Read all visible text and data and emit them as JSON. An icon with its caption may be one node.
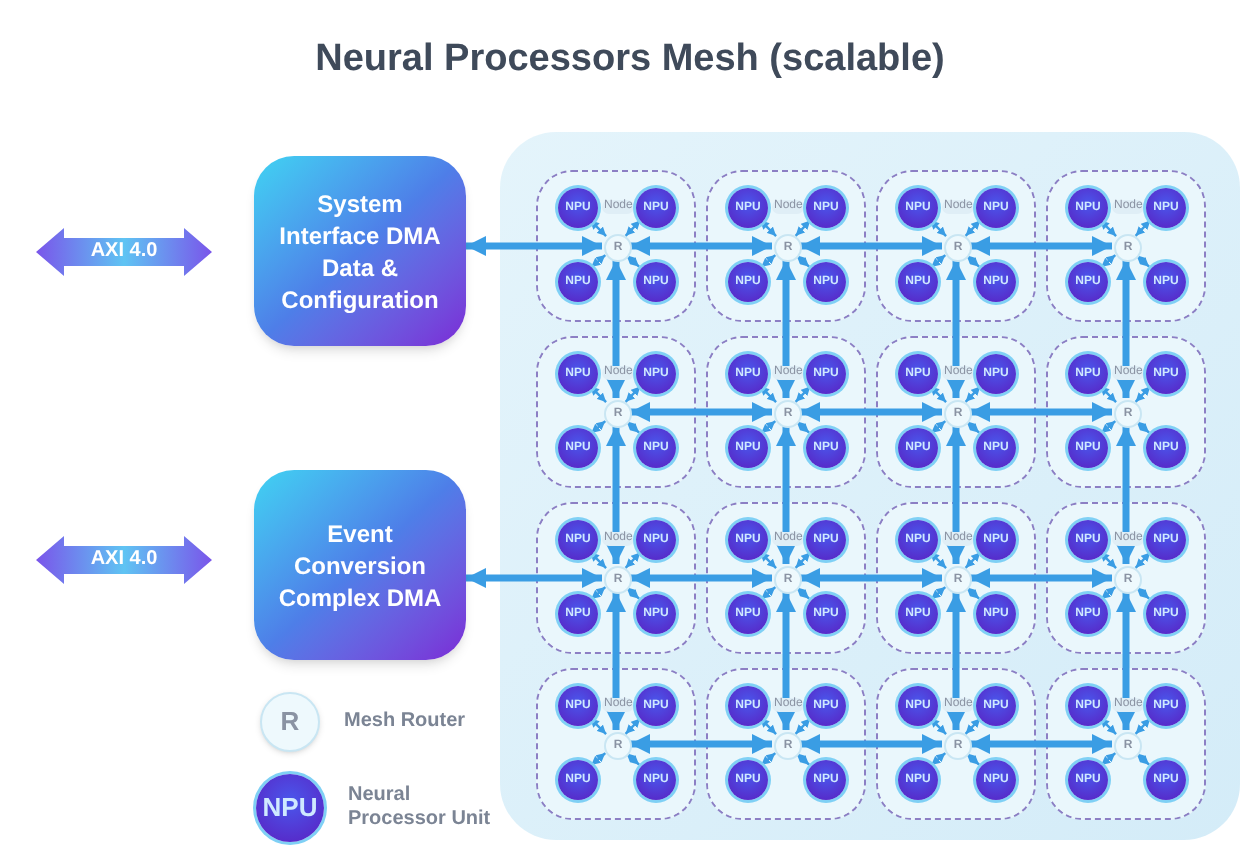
{
  "diagram": {
    "title": "Neural Processors Mesh (scalable)",
    "nodes": [
      {
        "text": [
          "AXI 4.0"
        ]
      },
      {
        "text": [
          "System Interface DMA Data & Configuration"
        ]
      },
      {
        "text": [
          "AXI 4.0"
        ]
      },
      {
        "text": [
          "Event Conversion Complex DMA"
        ]
      },
      {
        "text": [
          "R"
        ],
        "beside": [
          "Mesh Router"
        ]
      },
      {
        "text": [
          "NPU"
        ],
        "beside": [
          "Neural Processor Unit"
        ]
      },
      {
        "text": [],
        "shape": "box"
      },
      {
        "text": [
          "Node"
        ],
        "in": 6
      },
      {
        "text": [
          "NPU"
        ],
        "in": 7
      },
      {
        "text": [
          "NPU"
        ],
        "in": 7
      },
      {
        "text": [
          "NPU"
        ],
        "in": 7
      },
      {
        "text": [
          "NPU"
        ],
        "in": 7
      },
      {
        "text": [
          "R"
        ],
        "in": 7
      },
      {
        "text": [
          "Node"
        ],
        "in": 6
      },
      {
        "text": [
          "NPU"
        ],
        "in": 13
      },
      {
        "text": [
          "NPU"
        ],
        "in": 13
      },
      {
        "text": [
          "NPU"
        ],
        "in": 13
      },
      {
        "text": [
          "NPU"
        ],
        "in": 13
      },
      {
        "text": [
          "R"
        ],
        "in": 13
      },
      {
        "text": [
          "Node"
        ],
        "in": 6
      },
      {
        "text": [
          "NPU"
        ],
        "in": 19
      },
      {
        "text": [
          "NPU"
        ],
        "in": 19
      },
      {
        "text": [
          "NPU"
        ],
        "in": 19
      },
      {
        "text": [
          "NPU"
        ],
        "in": 19
      },
      {
        "text": [
          "R"
        ],
        "in": 19
      },
      {
        "text": [
          "Node"
        ],
        "in": 6
      },
      {
        "text": [
          "NPU"
        ],
        "in": 25
      },
      {
        "text": [
          "NPU"
        ],
        "in": 25
      },
      {
        "text": [
          "NPU"
        ],
        "in": 25
      },
      {
        "text": [
          "NPU"
        ],
        "in": 25
      },
      {
        "text": [
          "R"
        ],
        "in": 25
      },
      {
        "text": [
          "Node"
        ],
        "in": 6
      },
      {
        "text": [
          "NPU"
        ],
        "in": 31
      },
      {
        "text": [
          "NPU"
        ],
        "in": 31
      },
      {
        "text": [
          "NPU"
        ],
        "in": 31
      },
      {
        "text": [
          "NPU"
        ],
        "in": 31
      },
      {
        "text": [
          "R"
        ],
        "in": 31
      },
      {
        "text": [
          "Node"
        ],
        "in": 6
      },
      {
        "text": [
          "NPU"
        ],
        "in": 37
      },
      {
        "text": [
          "NPU"
        ],
        "in": 37
      },
      {
        "text": [
          "NPU"
        ],
        "in": 37
      },
      {
        "text": [
          "NPU"
        ],
        "in": 37
      },
      {
        "text": [
          "R"
        ],
        "in": 37
      },
      {
        "text": [
          "Node"
        ],
        "in": 6
      },
      {
        "text": [
          "NPU"
        ],
        "in": 43
      },
      {
        "text": [
          "NPU"
        ],
        "in": 43
      },
      {
        "text": [
          "NPU"
        ],
        "in": 43
      },
      {
        "text": [
          "NPU"
        ],
        "in": 43
      },
      {
        "text": [
          "R"
        ],
        "in": 43
      },
      {
        "text": [
          "Node"
        ],
        "in": 6
      },
      {
        "text": [
          "NPU"
        ],
        "in": 49
      },
      {
        "text": [
          "NPU"
        ],
        "in": 49
      },
      {
        "text": [
          "NPU"
        ],
        "in": 49
      },
      {
        "text": [
          "NPU"
        ],
        "in": 49
      },
      {
        "text": [
          "R"
        ],
        "in": 49
      },
      {
        "text": [
          "Node"
        ],
        "in": 6
      },
      {
        "text": [
          "NPU"
        ],
        "in": 55
      },
      {
        "text": [
          "NPU"
        ],
        "in": 55
      },
      {
        "text": [
          "NPU"
        ],
        "in": 55
      },
      {
        "text": [
          "NPU"
        ],
        "in": 55
      },
      {
        "text": [
          "R"
        ],
        "in": 55
      },
      {
        "text": [
          "Node"
        ],
        "in": 6
      },
      {
        "text": [
          "NPU"
        ],
        "in": 61
      },
      {
        "text": [
          "NPU"
        ],
        "in": 61
      },
      {
        "text": [
          "NPU"
        ],
        "in": 61
      },
      {
        "text": [
          "NPU"
        ],
        "in": 61
      },
      {
        "text": [
          "R"
        ],
        "in": 61
      },
      {
        "text": [
          "Node"
        ],
        "in": 6
      },
      {
        "text": [
          "NPU"
        ],
        "in": 67
      },
      {
        "text": [
          "NPU"
        ],
        "in": 67
      },
      {
        "text": [
          "NPU"
        ],
        "in": 67
      },
      {
        "text": [
          "NPU"
        ],
        "in": 67
      },
      {
        "text": [
          "R"
        ],
        "in": 67
      },
      {
        "text": [
          "Node"
        ],
        "in": 6
      },
      {
        "text": [
          "NPU"
        ],
        "in": 73
      },
      {
        "text": [
          "NPU"
        ],
        "in": 73
      },
      {
        "text": [
          "NPU"
        ],
        "in": 73
      },
      {
        "text": [
          "NPU"
        ],
        "in": 73
      },
      {
        "text": [
          "R"
        ],
        "in": 73
      },
      {
        "text": [
          "Node"
        ],
        "in": 6
      },
      {
        "text": [
          "NPU"
        ],
        "in": 79
      },
      {
        "text": [
          "NPU"
        ],
        "in": 79
      },
      {
        "text": [
          "NPU"
        ],
        "in": 79
      },
      {
        "text": [
          "NPU"
        ],
        "in": 79
      },
      {
        "text": [
          "R"
        ],
        "in": 79
      },
      {
        "text": [
          "Node"
        ],
        "in": 6
      },
      {
        "text": [
          "NPU"
        ],
        "in": 85
      },
      {
        "text": [
          "NPU"
        ],
        "in": 85
      },
      {
        "text": [
          "NPU"
        ],
        "in": 85
      },
      {
        "text": [
          "NPU"
        ],
        "in": 85
      },
      {
        "text": [
          "R"
        ],
        "in": 85
      },
      {
        "text": [
          "Node"
        ],
        "in": 6
      },
      {
        "text": [
          "NPU"
        ],
        "in": 91
      },
      {
        "text": [
          "NPU"
        ],
        "in": 91
      },
      {
        "text": [
          "NPU"
        ],
        "in": 91
      },
      {
        "text": [
          "NPU"
        ],
        "in": 91
      },
      {
        "text": [
          "R"
        ],
        "in": 91
      },
      {
        "text": [
          "Node"
        ],
        "in": 6
      },
      {
        "text": [
          "NPU"
        ],
        "in": 97
      },
      {
        "text": [
          "NPU"
        ],
        "in": 97
      },
      {
        "text": [
          "NPU"
        ],
        "in": 97
      },
      {
        "text": [
          "NPU"
        ],
        "in": 97
      },
      {
        "text": [
          "R"
        ],
        "in": 97
      }
    ],
    "edges": [
      {
        "from": 1,
        "to": 12,
        "arrow": "both",
        "style": "thick"
      },
      {
        "from": 3,
        "to": 60,
        "arrow": "both",
        "style": "thick"
      },
      {
        "from": 12,
        "to": 18,
        "arrow": "both",
        "style": "thick"
      },
      {
        "from": 18,
        "to": 24,
        "arrow": "both",
        "style": "thick"
      },
      {
        "from": 24,
        "to": 30,
        "arrow": "both",
        "style": "thick"
      },
      {
        "from": 36,
        "to": 42,
        "arrow": "both",
        "style": "thick"
      },
      {
        "from": 42,
        "to": 48,
        "arrow": "both",
        "style": "thick"
      },
      {
        "from": 48,
        "to": 54,
        "arrow": "both",
        "style": "thick"
      },
      {
        "from": 60,
        "to": 66,
        "arrow": "both",
        "style": "thick"
      },
      {
        "from": 66,
        "to": 72,
        "arrow": "both",
        "style": "thick"
      },
      {
        "from": 72,
        "to": 78,
        "arrow": "both",
        "style": "thick"
      },
      {
        "from": 84,
        "to": 90,
        "arrow": "both",
        "style": "thick"
      },
      {
        "from": 90,
        "to": 96,
        "arrow": "both",
        "style": "thick"
      },
      {
        "from": 96,
        "to": 102,
        "arrow": "both",
        "style": "thick"
      },
      {
        "from": 12,
        "to": 36,
        "arrow": "both",
        "style": "thick"
      },
      {
        "from": 36,
        "to": 60,
        "arrow": "both",
        "style": "thick"
      },
      {
        "from": 60,
        "to": 84,
        "arrow": "both",
        "style": "thick"
      },
      {
        "from": 18,
        "to": 42,
        "arrow": "both",
        "style": "thick"
      },
      {
        "from": 42,
        "to": 66,
        "arrow": "both",
        "style": "thick"
      },
      {
        "from": 66,
        "to": 90,
        "arrow": "both",
        "style": "thick"
      },
      {
        "from": 24,
        "to": 48,
        "arrow": "both",
        "style": "thick"
      },
      {
        "from": 48,
        "to": 72,
        "arrow": "both",
        "style": "thick"
      },
      {
        "from": 72,
        "to": 96,
        "arrow": "both",
        "style": "thick"
      },
      {
        "from": 30,
        "to": 54,
        "arrow": "both",
        "style": "thick"
      },
      {
        "from": 54,
        "to": 78,
        "arrow": "both",
        "style": "thick"
      },
      {
        "from": 78,
        "to": 102,
        "arrow": "both",
        "style": "thick"
      },
      {
        "from": 8,
        "to": 12,
        "arrow": "both"
      },
      {
        "from": 9,
        "to": 12,
        "arrow": "both"
      },
      {
        "from": 10,
        "to": 12,
        "arrow": "both"
      },
      {
        "from": 11,
        "to": 12,
        "arrow": "both"
      },
      {
        "from": 14,
        "to": 18,
        "arrow": "both"
      },
      {
        "from": 15,
        "to": 18,
        "arrow": "both"
      },
      {
        "from": 16,
        "to": 18,
        "arrow": "both"
      },
      {
        "from": 17,
        "to": 18,
        "arrow": "both"
      },
      {
        "from": 20,
        "to": 24,
        "arrow": "both"
      },
      {
        "from": 21,
        "to": 24,
        "arrow": "both"
      },
      {
        "from": 22,
        "to": 24,
        "arrow": "both"
      },
      {
        "from": 23,
        "to": 24,
        "arrow": "both"
      },
      {
        "from": 26,
        "to": 30,
        "arrow": "both"
      },
      {
        "from": 27,
        "to": 30,
        "arrow": "both"
      },
      {
        "from": 28,
        "to": 30,
        "arrow": "both"
      },
      {
        "from": 29,
        "to": 30,
        "arrow": "both"
      },
      {
        "from": 32,
        "to": 36,
        "arrow": "both"
      },
      {
        "from": 33,
        "to": 36,
        "arrow": "both"
      },
      {
        "from": 34,
        "to": 36,
        "arrow": "both"
      },
      {
        "from": 35,
        "to": 36,
        "arrow": "both"
      },
      {
        "from": 38,
        "to": 42,
        "arrow": "both"
      },
      {
        "from": 39,
        "to": 42,
        "arrow": "both"
      },
      {
        "from": 40,
        "to": 42,
        "arrow": "both"
      },
      {
        "from": 41,
        "to": 42,
        "arrow": "both"
      },
      {
        "from": 44,
        "to": 48,
        "arrow": "both"
      },
      {
        "from": 45,
        "to": 48,
        "arrow": "both"
      },
      {
        "from": 46,
        "to": 48,
        "arrow": "both"
      },
      {
        "from": 47,
        "to": 48,
        "arrow": "both"
      },
      {
        "from": 50,
        "to": 54,
        "arrow": "both"
      },
      {
        "from": 51,
        "to": 54,
        "arrow": "both"
      },
      {
        "from": 52,
        "to": 54,
        "arrow": "both"
      },
      {
        "from": 53,
        "to": 54,
        "arrow": "both"
      },
      {
        "from": 56,
        "to": 60,
        "arrow": "both"
      },
      {
        "from": 57,
        "to": 60,
        "arrow": "both"
      },
      {
        "from": 58,
        "to": 60,
        "arrow": "both"
      },
      {
        "from": 59,
        "to": 60,
        "arrow": "both"
      },
      {
        "from": 62,
        "to": 66,
        "arrow": "both"
      },
      {
        "from": 63,
        "to": 66,
        "arrow": "both"
      },
      {
        "from": 64,
        "to": 66,
        "arrow": "both"
      },
      {
        "from": 65,
        "to": 66,
        "arrow": "both"
      },
      {
        "from": 68,
        "to": 72,
        "arrow": "both"
      },
      {
        "from": 69,
        "to": 72,
        "arrow": "both"
      },
      {
        "from": 70,
        "to": 72,
        "arrow": "both"
      },
      {
        "from": 71,
        "to": 72,
        "arrow": "both"
      },
      {
        "from": 74,
        "to": 78,
        "arrow": "both"
      },
      {
        "from": 75,
        "to": 78,
        "arrow": "both"
      },
      {
        "from": 76,
        "to": 78,
        "arrow": "both"
      },
      {
        "from": 77,
        "to": 78,
        "arrow": "both"
      },
      {
        "from": 80,
        "to": 84,
        "arrow": "both"
      },
      {
        "from": 81,
        "to": 84,
        "arrow": "both"
      },
      {
        "from": 82,
        "to": 84,
        "arrow": "both"
      },
      {
        "from": 83,
        "to": 84,
        "arrow": "both"
      },
      {
        "from": 86,
        "to": 90,
        "arrow": "both"
      },
      {
        "from": 87,
        "to": 90,
        "arrow": "both"
      },
      {
        "from": 88,
        "to": 90,
        "arrow": "both"
      },
      {
        "from": 89,
        "to": 90,
        "arrow": "both"
      },
      {
        "from": 92,
        "to": 96,
        "arrow": "both"
      },
      {
        "from": 93,
        "to": 96,
        "arrow": "both"
      },
      {
        "from": 94,
        "to": 96,
        "arrow": "both"
      },
      {
        "from": 95,
        "to": 96,
        "arrow": "both"
      },
      {
        "from": 98,
        "to": 102,
        "arrow": "both"
      },
      {
        "from": 99,
        "to": 102,
        "arrow": "both"
      },
      {
        "from": 100,
        "to": 102,
        "arrow": "both"
      },
      {
        "from": 101,
        "to": 102,
        "arrow": "both"
      }
    ]
  }
}
